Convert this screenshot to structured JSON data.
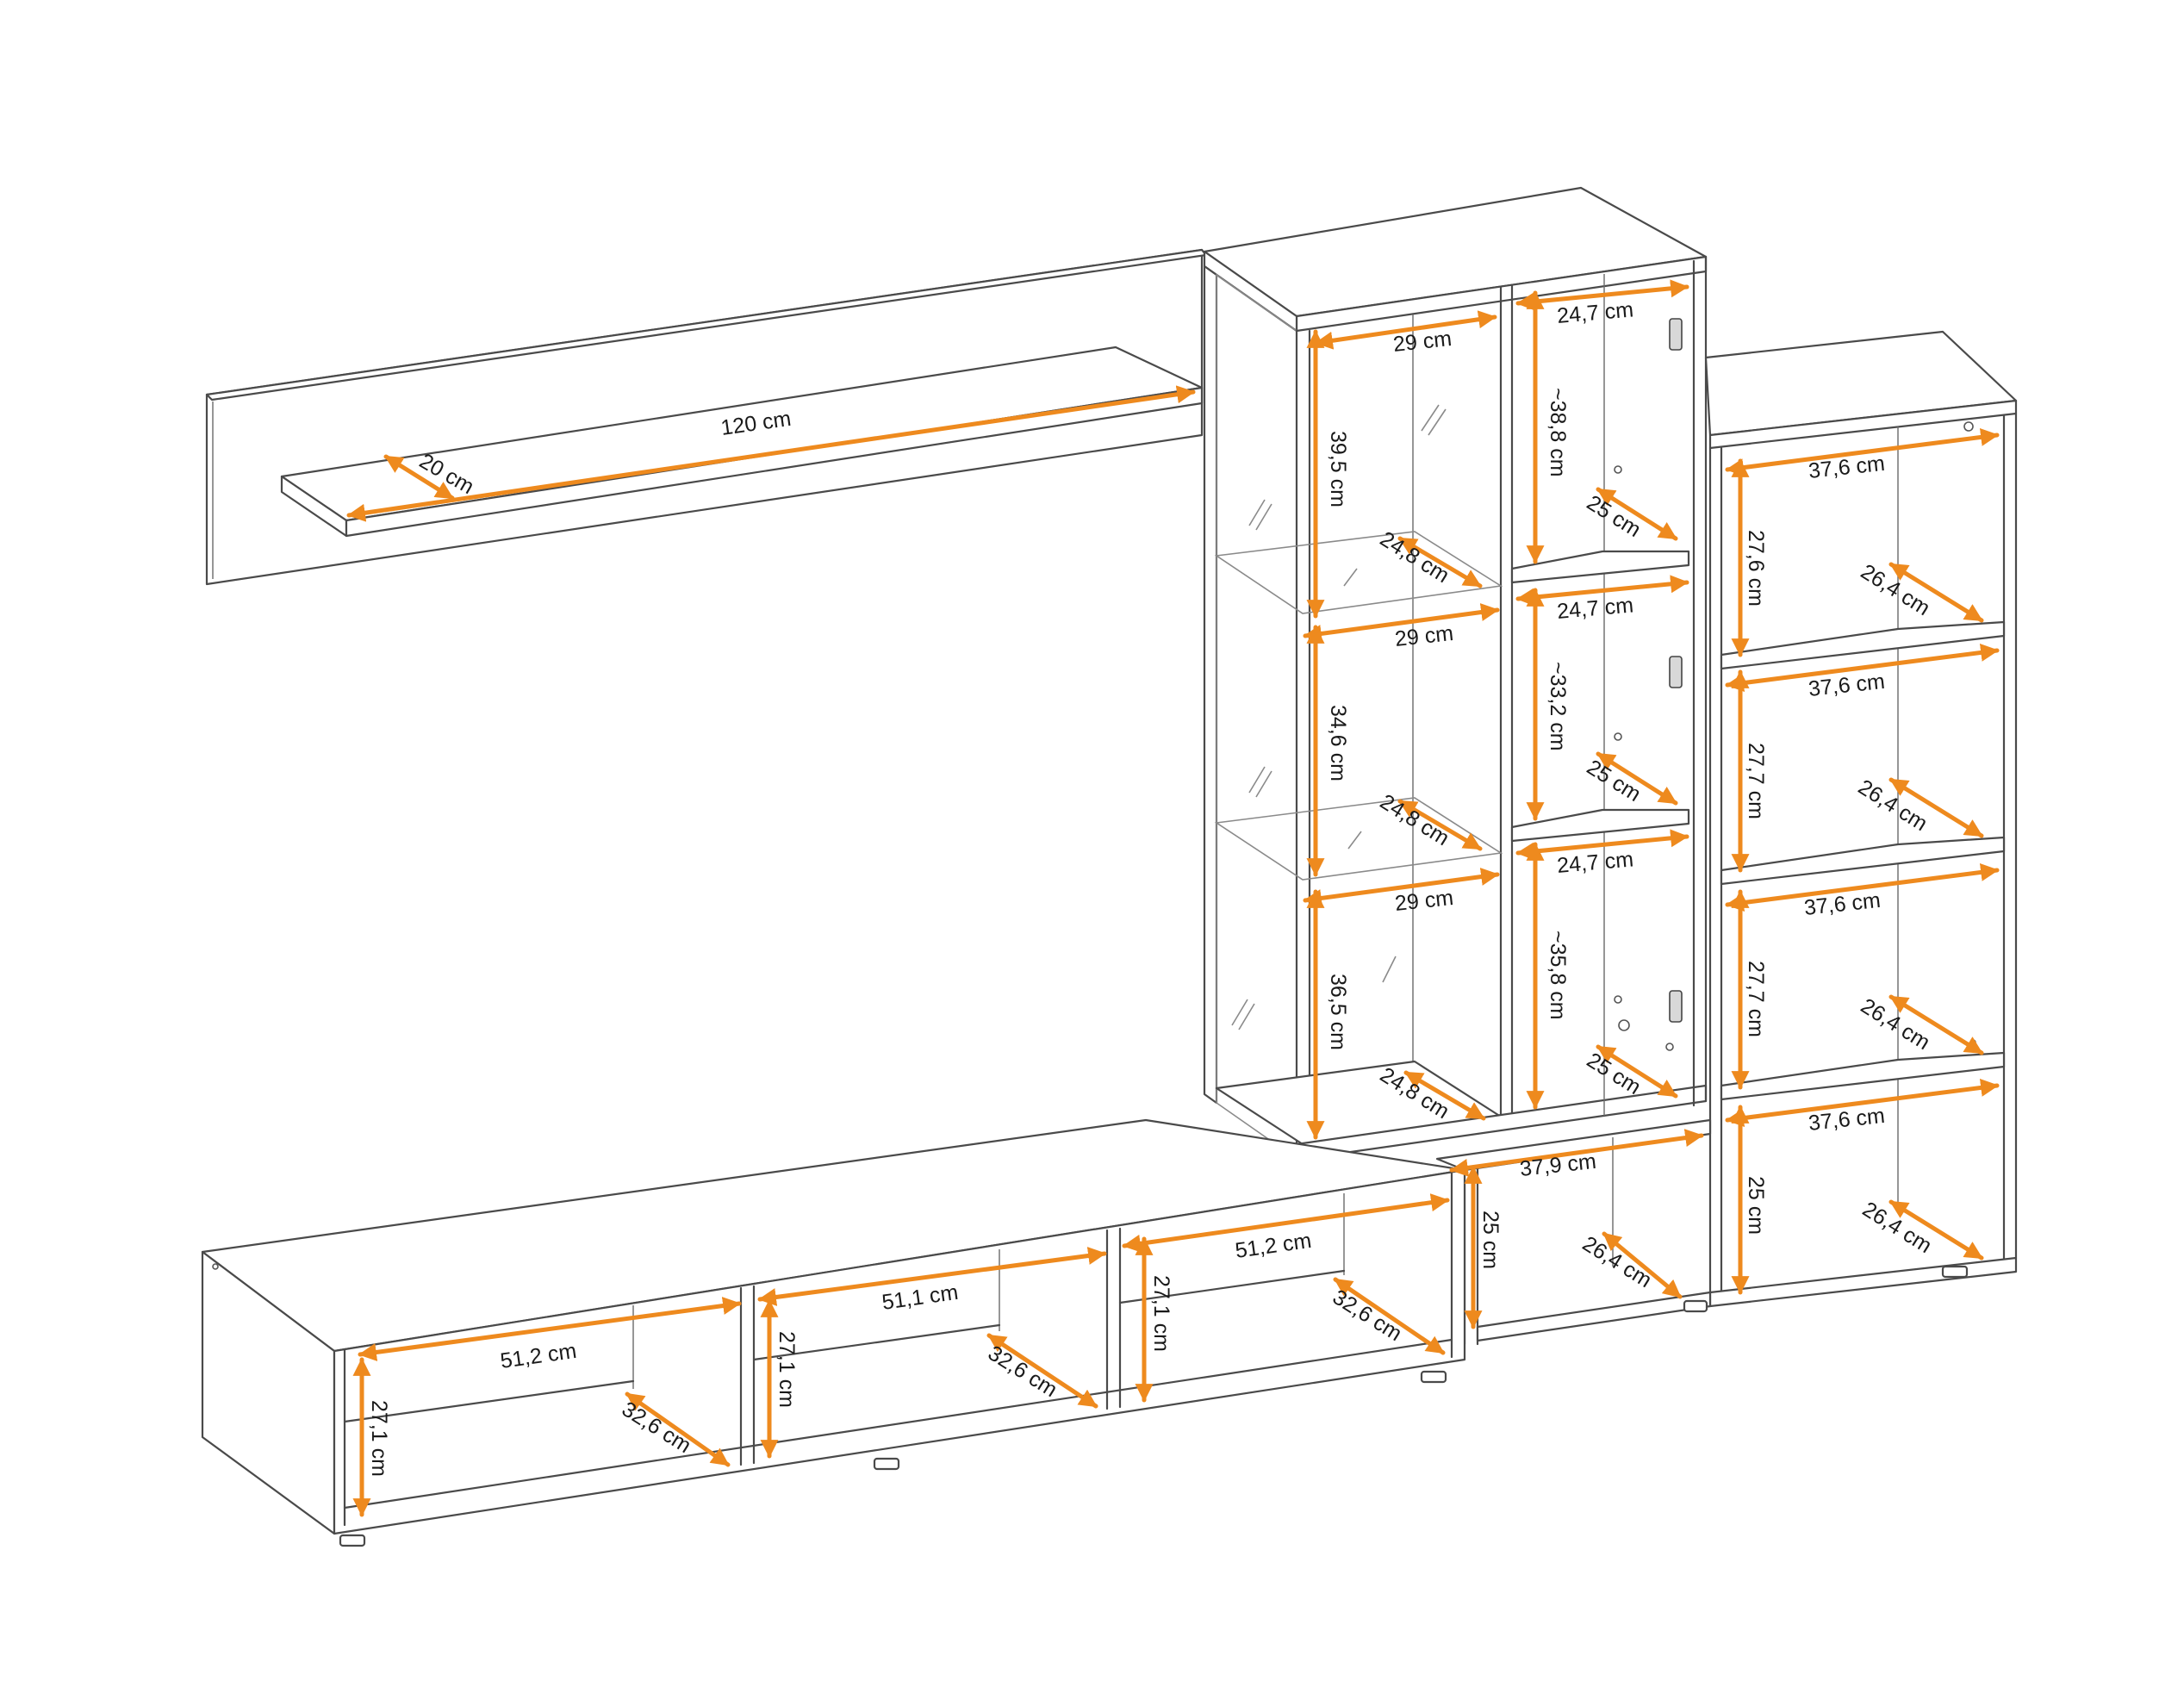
{
  "colors": {
    "accent": "#ee8a1e",
    "line": "#4a4a4a",
    "background": "#ffffff"
  },
  "dimensions": {
    "wall_shelf": {
      "length": "120 cm",
      "depth": "20 cm"
    },
    "glass_cabinet": {
      "width_top": "29 cm",
      "width_mid": "29 cm",
      "width_bottom": "29 cm",
      "height_top": "39,5 cm",
      "height_mid": "34,6 cm",
      "height_bottom": "36,5 cm",
      "depth_shelf_1": "24,8 cm",
      "depth_shelf_2": "24,8 cm",
      "depth_bottom": "24,8 cm"
    },
    "door_cabinet": {
      "width_top": "24,7 cm",
      "width_mid": "24,7 cm",
      "width_bottom": "24,7 cm",
      "height_top": "~38,8 cm",
      "height_mid": "~33,2 cm",
      "height_bottom": "~35,8 cm",
      "depth_top": "25 cm",
      "depth_mid": "25 cm",
      "depth_bottom": "25 cm"
    },
    "bookcase": {
      "width_1": "37,6 cm",
      "width_2": "37,6 cm",
      "width_3": "37,6 cm",
      "width_4": "37,6 cm",
      "height_1": "27,6 cm",
      "height_2": "27,7 cm",
      "height_3": "27,7 cm",
      "height_4": "25 cm",
      "depth_1": "26,4 cm",
      "depth_2": "26,4 cm",
      "depth_3": "26,4 cm",
      "depth_4": "26,4 cm"
    },
    "lower_step": {
      "width": "37,9 cm",
      "height": "25 cm",
      "depth": "26,4 cm"
    },
    "tv_stand": {
      "width_1": "51,2 cm",
      "width_2": "51,1 cm",
      "width_3": "51,2 cm",
      "height_1": "27,1 cm",
      "height_2": "27,1 cm",
      "height_3": "27,1 cm",
      "depth_1": "32,6 cm",
      "depth_2": "32,6 cm",
      "depth_3": "32,6 cm"
    }
  }
}
